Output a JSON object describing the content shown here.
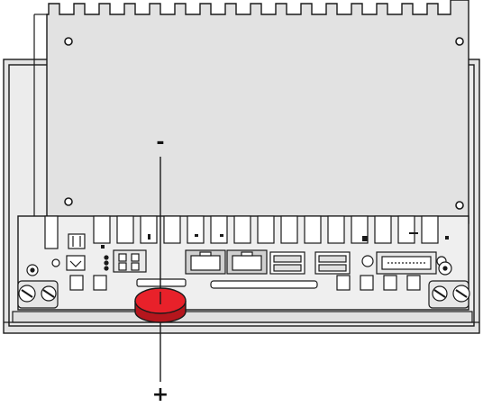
{
  "figure": {
    "callouts": {
      "minus_label": "-",
      "plus_label": "+"
    },
    "colors": {
      "housing_fill": "#e4e4e4",
      "outline": "#1a1a1a",
      "connector_panel": "#efefef",
      "battery": "#e8212a",
      "battery_dark": "#b5161d",
      "background": "#ffffff"
    },
    "components": [
      "heat-sink-fins",
      "mounting-holes",
      "ethernet-ports",
      "usb-ports",
      "dvi-port",
      "power-connector",
      "sd-card-slot",
      "coin-cell-battery",
      "clamping-screws"
    ]
  }
}
